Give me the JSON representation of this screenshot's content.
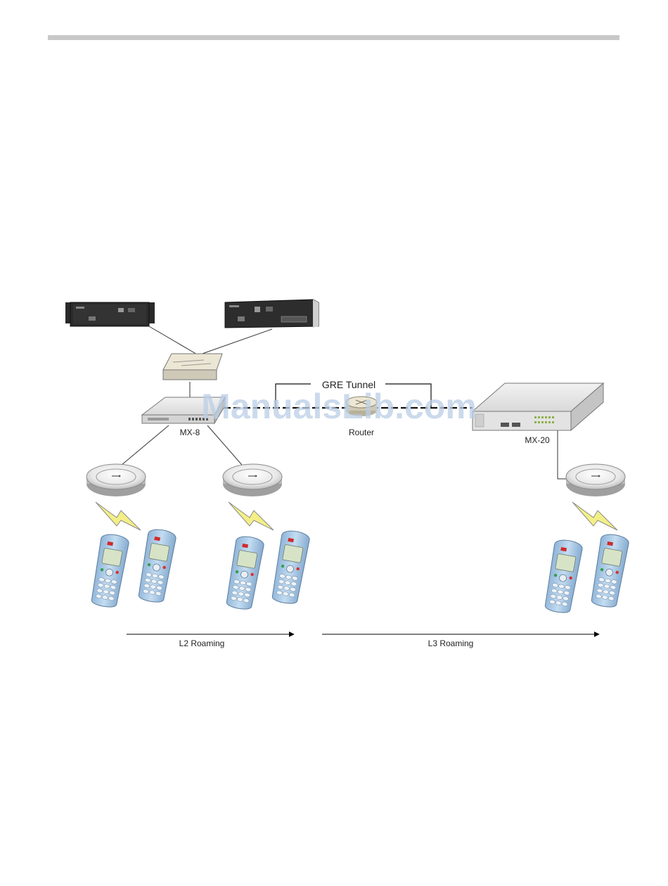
{
  "labels": {
    "mx8": "MX-8",
    "mx20": "MX-20",
    "router": "Router",
    "gre_tunnel": "GRE Tunnel",
    "l2_roaming": "L2 Roaming",
    "l3_roaming": "L3 Roaming"
  },
  "watermark": "ManualsLib.com",
  "colors": {
    "page_rule": "#c8c8c8",
    "device_dark": "#2b2b2b",
    "device_light": "#e6e6e6",
    "handset_body": "#a9c8e4",
    "watermark": "#b9cde6",
    "lightning": "#f3ef86"
  },
  "icons": [
    "server-unit-icon",
    "switch-icon",
    "controller-icon",
    "router-icon",
    "access-point-icon",
    "lightning-icon",
    "handset-icon",
    "arrow-icon"
  ]
}
